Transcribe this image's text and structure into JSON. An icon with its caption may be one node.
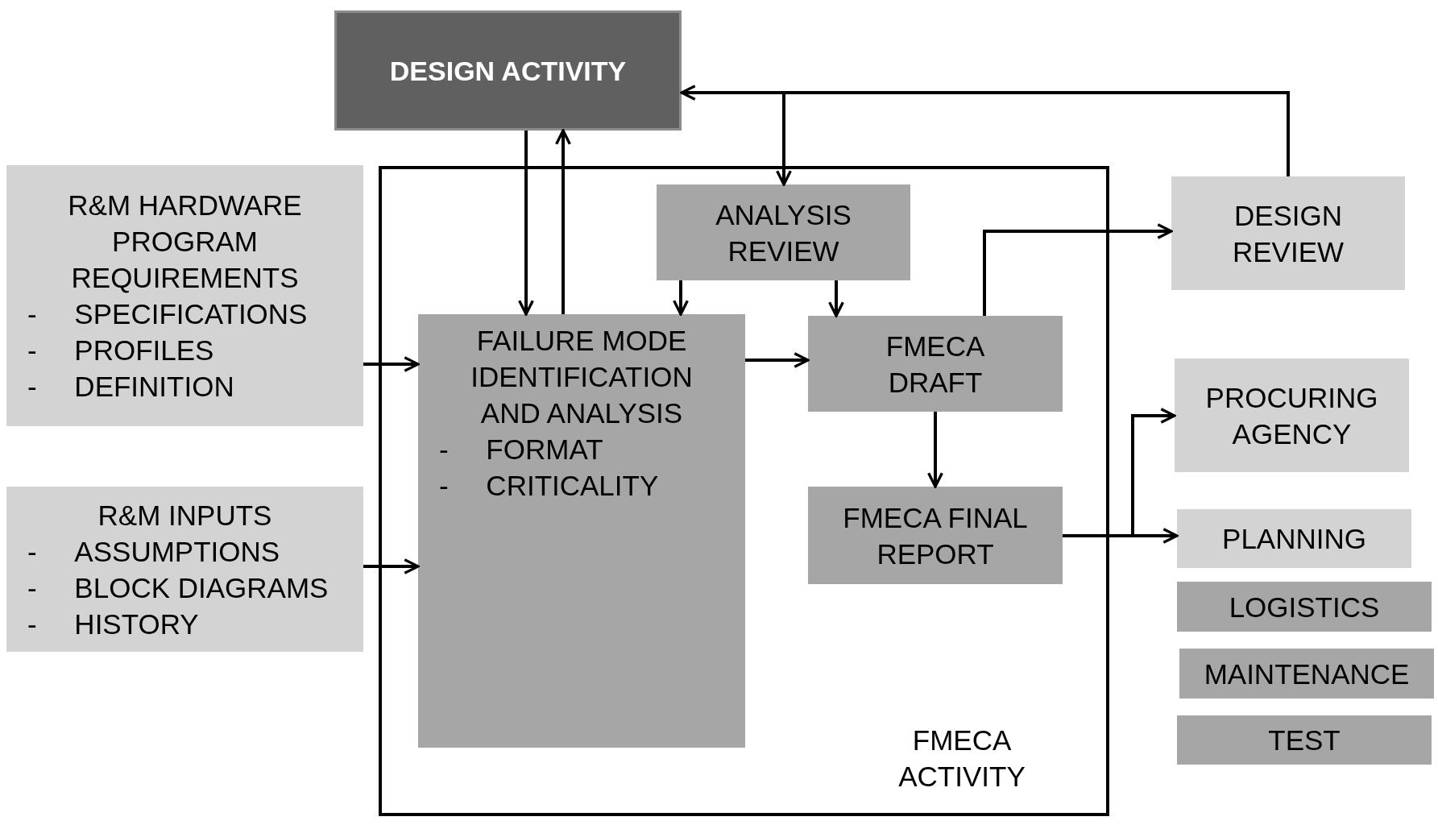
{
  "diagram": {
    "nodes": [
      {
        "text": [
          "DESIGN ACTIVITY"
        ]
      },
      {
        "text": [
          "R&M HARDWARE PROGRAM REQUIREMENTS",
          "-\tSPECIFICATIONS",
          "-\tPROFILES",
          "-\tDEFINITION"
        ]
      },
      {
        "text": [
          "FMECA ACTIVITY"
        ]
      },
      {
        "text": [
          "ANALYSIS REVIEW"
        ],
        "in": 2
      },
      {
        "text": [
          "FAILURE MODE IDENTIFICATION AND ANALYSIS",
          "-\tFORMAT",
          "-\tCRITICALITY"
        ],
        "in": 2
      },
      {
        "text": [
          "FMECA DRAFT"
        ],
        "in": 2
      },
      {
        "text": [
          "FMECA FINAL REPORT"
        ],
        "in": 2
      },
      {
        "text": [
          "R&M INPUTS",
          "-\tASSUMPTIONS",
          "-\tBLOCK DIAGRAMS",
          "-\tHISTORY"
        ]
      },
      {
        "text": [
          "DESIGN REVIEW"
        ]
      },
      {
        "text": [
          "PROCURING AGENCY"
        ]
      },
      {
        "text": [
          "PLANNING"
        ]
      },
      {
        "text": [
          "LOGISTICS"
        ]
      },
      {
        "text": [
          "MAINTENANCE"
        ]
      },
      {
        "text": [
          "TEST"
        ]
      }
    ],
    "edges": [
      {
        "from": 0,
        "to": 4,
        "arrow": "to"
      },
      {
        "from": 4,
        "to": 0,
        "arrow": "to"
      },
      {
        "from": 1,
        "to": 4,
        "arrow": "to"
      },
      {
        "from": 7,
        "to": 4,
        "arrow": "to"
      },
      {
        "from": 3,
        "to": 4,
        "arrow": "to"
      },
      {
        "from": 3,
        "to": 5,
        "arrow": "to"
      },
      {
        "from": 4,
        "to": 5,
        "arrow": "to"
      },
      {
        "from": 5,
        "to": 8,
        "arrow": "to"
      },
      {
        "from": 5,
        "to": 6,
        "arrow": "to"
      },
      {
        "from": 6,
        "to": 9,
        "arrow": "to"
      },
      {
        "from": 6,
        "to": 10,
        "arrow": "to"
      },
      {
        "from": 8,
        "to": 0,
        "arrow": "to"
      },
      {
        "from": 8,
        "to": 3,
        "arrow": "to"
      }
    ]
  }
}
